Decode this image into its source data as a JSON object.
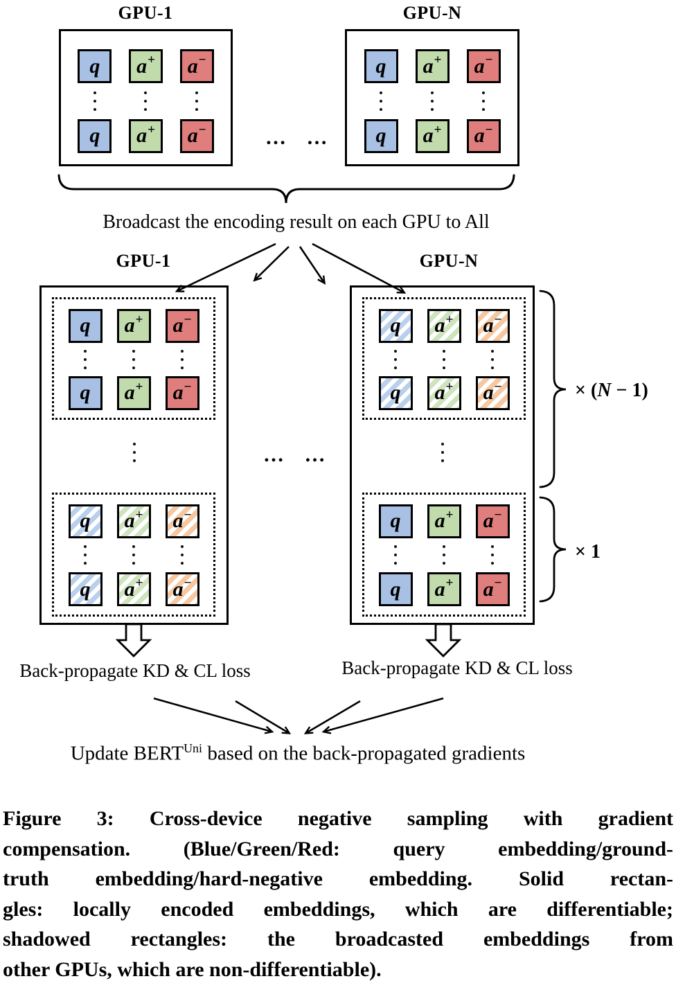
{
  "colors": {
    "query_solid": "#a7c0e3",
    "positive_solid": "#c1dbad",
    "negative_solid": "#e07e7d",
    "query_hatch": "#b9d0ec",
    "positive_hatch": "#cde4bd",
    "negative_hatch": "#f6c8a2",
    "line": "#000000"
  },
  "cells": [
    {
      "base": "q",
      "sup": ""
    },
    {
      "base": "a",
      "sup": "+"
    },
    {
      "base": "a",
      "sup": "−"
    }
  ],
  "top_section": {
    "gpu1_label": "GPU-1",
    "gpun_label": "GPU-N",
    "ellipsis": "… …",
    "broadcast_label": "Broadcast the encoding result on each GPU to All"
  },
  "bottom_section": {
    "gpu1_label": "GPU-1",
    "gpun_label": "GPU-N",
    "ellipsis": "… …",
    "multiplier_top": {
      "pre": "× (",
      "var": "N",
      "post": " − 1)"
    },
    "multiplier_bottom": "× 1",
    "backprop_left": "Back-propagate KD & CL loss",
    "backprop_right": "Back-propagate KD & CL loss"
  },
  "update_line": {
    "prefix": "Update BERT",
    "superscript": "Uni",
    "suffix": " based on the back-propagated gradients"
  },
  "caption": {
    "lines": [
      "Figure 3: Cross-device negative sampling with gradient",
      "compensation. (Blue/Green/Red: query embedding/ground-",
      "truth embedding/hard-negative embedding. Solid rectan-",
      "gles: locally encoded embeddings, which are differentiable;",
      "shadowed rectangles: the broadcasted embeddings from",
      "other GPUs, which are non-differentiable)."
    ]
  }
}
